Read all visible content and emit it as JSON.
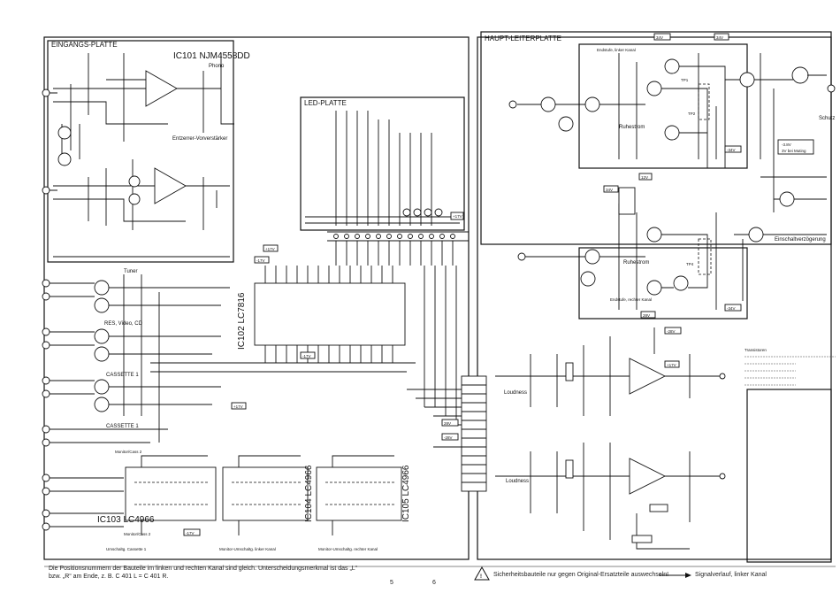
{
  "boards": {
    "input": "EINGANGS-PLATTE",
    "led": "LED-PLATTE",
    "main": "HAUPT-LEITERPLATTE"
  },
  "ics": {
    "ic101": "IC101 NJM4558DD",
    "ic102": "IC102  LC7816",
    "ic103": "IC103\nLC4966",
    "ic104": "IC104 LC4966",
    "ic105": "IC105 LC4966"
  },
  "labels": {
    "phono": "Phono",
    "preamp": "Entzerrer-Vorverstärker",
    "tuner": "Tuner",
    "res_video_cd": "RES, Video, CD",
    "cassette1a": "CASSETTE 1",
    "cassette1b": "CASSETTE 1",
    "monitor_cass2": "Monitor/Cass 2",
    "monitor_cass2_b": "Monitor/Cass 2",
    "loudness1": "Loudness",
    "loudness2": "Loudness",
    "endstufe_links": "Endstufe,\nlinker Kanal",
    "endstufe_rechts": "Endstufe,\nrechter Kanal",
    "ruhestrom1": "Ruhestrom",
    "ruhestrom2": "Ruhestrom",
    "einschaltverz": "Einschaltverzögerung",
    "schutz": "Schutz",
    "transistoren": "Transistoren",
    "tp1": "TP1",
    "tp2": "TP2",
    "tp4": "TP4",
    "sw_cassette1": "Umschaltg. Cassette 1",
    "sw_monitor_links": "Monitor-Umschaltg. linker Kanal",
    "sw_monitor_rechts": "Monitor-Umschaltg. rechter Kanal",
    "plus17v": "+17V",
    "minus17v": "-17V",
    "plus12v": "12V",
    "plus34v": "34V",
    "minus34v": "-34V",
    "plus28v": "28V",
    "minus28v": "-28V",
    "v38": "-3.8V",
    "v38sub": "3V bei Muting"
  },
  "footer": {
    "note_left_line1": "Die Positionsnummern der Bauteile im linken und rechten Kanal sind gleich. Unterscheidungsmerkmal ist das „L“",
    "note_left_line2": "bzw. „R“ am Ende, z. B. C 401 L = C 401 R.",
    "page_left": "5",
    "page_right": "6",
    "safety_note": "Sicherheitsbauteile nur gegen Original-Ersatzteile auswechseln!",
    "signal_note": "Signalverlauf, linker Kanal"
  }
}
